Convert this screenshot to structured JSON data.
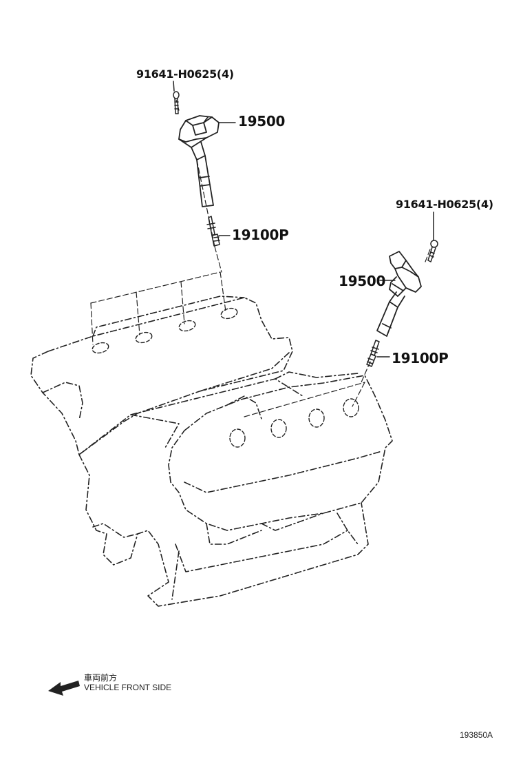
{
  "callouts": {
    "bolt_left": "91641-H0625(4)",
    "coil_left": "19500",
    "plug_left": "19100P",
    "bolt_right": "91641-H0625(4)",
    "coil_right": "19500",
    "plug_right": "19100P"
  },
  "direction": {
    "label_jp": "車両前方",
    "label_en": "VEHICLE FRONT SIDE"
  },
  "illustration_code": "193850A",
  "colors": {
    "line": "#222222",
    "background": "#ffffff"
  }
}
